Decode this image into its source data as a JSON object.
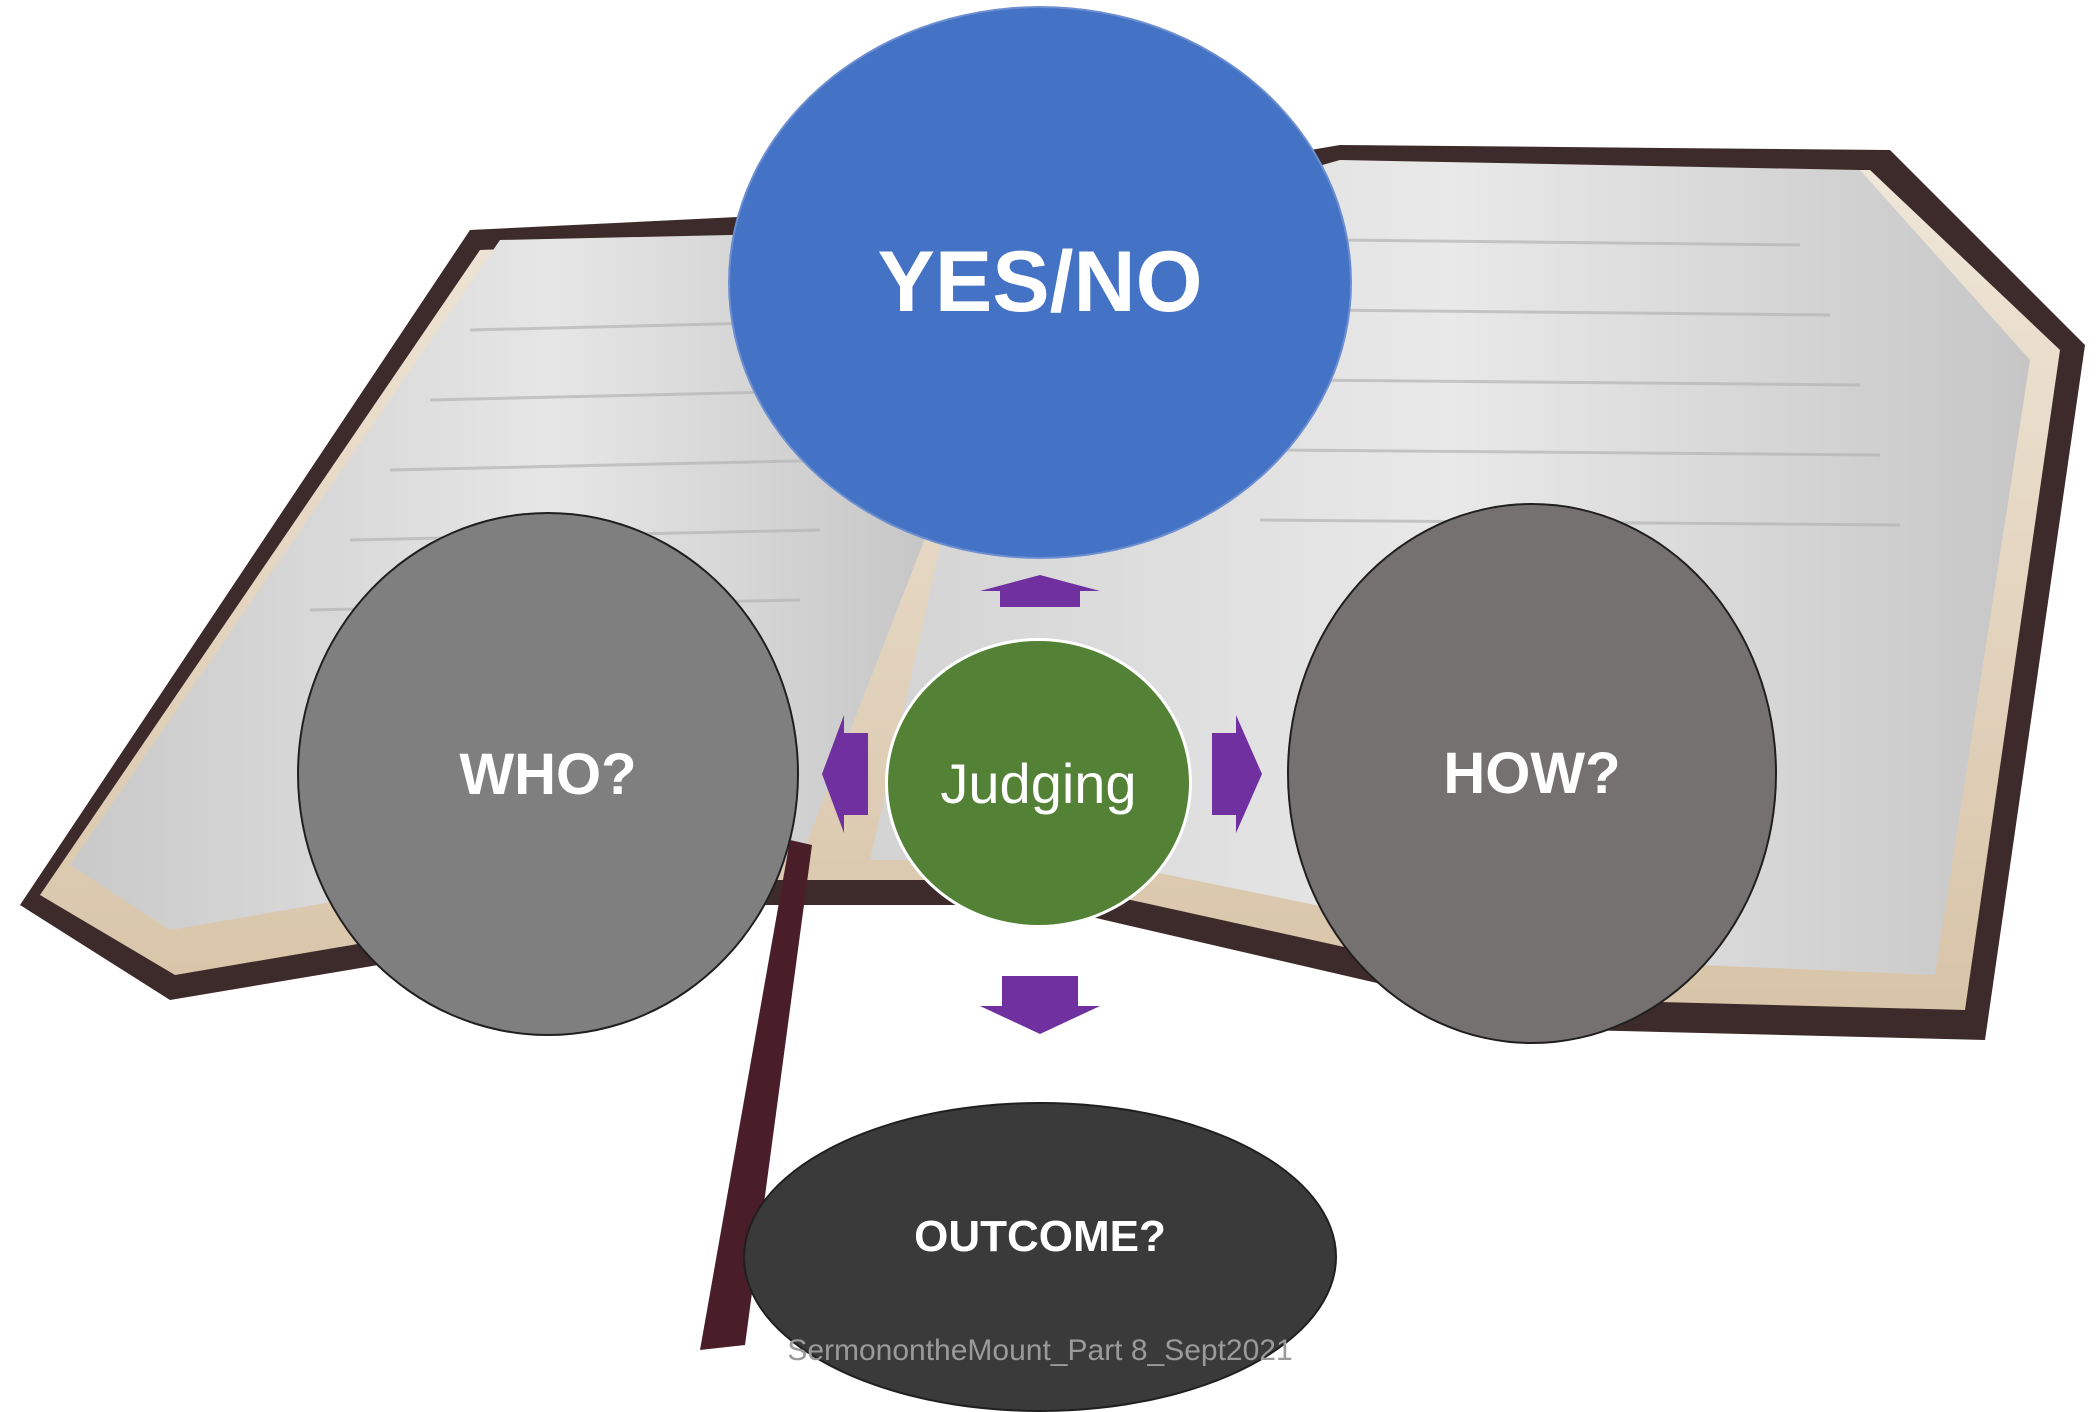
{
  "diagram": {
    "center": "Judging",
    "top": "YES/NO",
    "left": "WHO?",
    "right": "HOW?",
    "bottom": "OUTCOME?"
  },
  "footer": "SermonontheMount_Part 8_Sept2021",
  "colors": {
    "top": "#4472c4",
    "left": "#7f7f7f",
    "right": "#767171",
    "center": "#538135",
    "bottom": "#3a3a3a",
    "arrows": "#7030a0"
  },
  "background_image": "open-bible"
}
